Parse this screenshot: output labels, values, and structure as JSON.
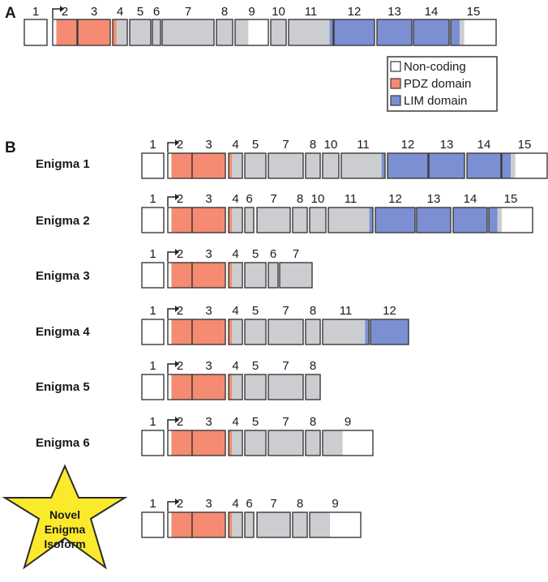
{
  "colors": {
    "noncoding": "#ffffff",
    "pdz": "#f58b72",
    "lim": "#7b8fd2",
    "coding": "#cbcdd0",
    "outline": "#3a3a3a",
    "star": "#fbe92c"
  },
  "panels": {
    "a": "A",
    "b": "B"
  },
  "legend": {
    "items": [
      {
        "label": "Non-coding",
        "color": "#ffffff"
      },
      {
        "label": "PDZ domain",
        "color": "#f58b72"
      },
      {
        "label": "LIM domain",
        "color": "#7b8fd2"
      }
    ]
  },
  "star": {
    "lines": [
      "Novel",
      "Enigma",
      "Isoform"
    ]
  },
  "gene": {
    "exons": [
      {
        "n": "1",
        "segs": [
          [
            "w",
            1
          ]
        ]
      },
      {
        "n": "2",
        "segs": [
          [
            "w",
            0.15
          ],
          [
            "p",
            0.85
          ]
        ]
      },
      {
        "n": "3",
        "segs": [
          [
            "p",
            1
          ]
        ]
      },
      {
        "n": "4",
        "segs": [
          [
            "p",
            0.25
          ],
          [
            "g",
            0.75
          ]
        ]
      },
      {
        "n": "5",
        "segs": [
          [
            "g",
            1
          ]
        ]
      },
      {
        "n": "6",
        "segs": [
          [
            "g",
            1
          ]
        ]
      },
      {
        "n": "7",
        "segs": [
          [
            "g",
            1
          ]
        ]
      },
      {
        "n": "8",
        "segs": [
          [
            "g",
            1
          ]
        ]
      },
      {
        "n": "9",
        "segs": [
          [
            "g",
            0.4
          ],
          [
            "w",
            0.6
          ]
        ]
      },
      {
        "n": "10",
        "segs": [
          [
            "g",
            1
          ]
        ]
      },
      {
        "n": "11",
        "segs": [
          [
            "g",
            0.92
          ],
          [
            "l",
            0.08
          ]
        ]
      },
      {
        "n": "12",
        "segs": [
          [
            "l",
            1
          ]
        ]
      },
      {
        "n": "13",
        "segs": [
          [
            "l",
            1
          ]
        ]
      },
      {
        "n": "14",
        "segs": [
          [
            "l",
            1
          ]
        ]
      },
      {
        "n": "15",
        "segs": [
          [
            "l",
            0.2
          ],
          [
            "g",
            0.1
          ],
          [
            "w",
            0.7
          ]
        ]
      }
    ]
  },
  "isoforms": [
    {
      "name": "Enigma 1",
      "exons": [
        {
          "n": "1",
          "segs": [
            [
              "w",
              1
            ]
          ]
        },
        {
          "n": "2",
          "segs": [
            [
              "w",
              0.15
            ],
            [
              "p",
              0.85
            ]
          ]
        },
        {
          "n": "3",
          "segs": [
            [
              "p",
              1
            ]
          ]
        },
        {
          "n": "4",
          "segs": [
            [
              "p",
              0.25
            ],
            [
              "g",
              0.75
            ]
          ]
        },
        {
          "n": "5",
          "segs": [
            [
              "g",
              1
            ]
          ]
        },
        {
          "n": "7",
          "segs": [
            [
              "g",
              1
            ]
          ]
        },
        {
          "n": "8",
          "segs": [
            [
              "g",
              1
            ]
          ]
        },
        {
          "n": "10",
          "segs": [
            [
              "g",
              1
            ]
          ]
        },
        {
          "n": "11",
          "segs": [
            [
              "g",
              0.92
            ],
            [
              "l",
              0.08
            ]
          ]
        },
        {
          "n": "12",
          "segs": [
            [
              "l",
              1
            ]
          ]
        },
        {
          "n": "13",
          "segs": [
            [
              "l",
              1
            ]
          ]
        },
        {
          "n": "14",
          "segs": [
            [
              "l",
              1
            ]
          ]
        },
        {
          "n": "15",
          "segs": [
            [
              "l",
              0.2
            ],
            [
              "g",
              0.1
            ],
            [
              "w",
              0.7
            ]
          ]
        }
      ]
    },
    {
      "name": "Enigma 2",
      "exons": [
        {
          "n": "1",
          "segs": [
            [
              "w",
              1
            ]
          ]
        },
        {
          "n": "2",
          "segs": [
            [
              "w",
              0.15
            ],
            [
              "p",
              0.85
            ]
          ]
        },
        {
          "n": "3",
          "segs": [
            [
              "p",
              1
            ]
          ]
        },
        {
          "n": "4",
          "segs": [
            [
              "p",
              0.25
            ],
            [
              "g",
              0.75
            ]
          ]
        },
        {
          "n": "6",
          "segs": [
            [
              "g",
              1
            ]
          ]
        },
        {
          "n": "7",
          "segs": [
            [
              "g",
              1
            ]
          ]
        },
        {
          "n": "8",
          "segs": [
            [
              "g",
              1
            ]
          ]
        },
        {
          "n": "10",
          "segs": [
            [
              "g",
              1
            ]
          ]
        },
        {
          "n": "11",
          "segs": [
            [
              "g",
              0.92
            ],
            [
              "l",
              0.08
            ]
          ]
        },
        {
          "n": "12",
          "segs": [
            [
              "l",
              1
            ]
          ]
        },
        {
          "n": "13",
          "segs": [
            [
              "l",
              1
            ]
          ]
        },
        {
          "n": "14",
          "segs": [
            [
              "l",
              1
            ]
          ]
        },
        {
          "n": "15",
          "segs": [
            [
              "l",
              0.2
            ],
            [
              "g",
              0.1
            ],
            [
              "w",
              0.7
            ]
          ]
        }
      ]
    },
    {
      "name": "Enigma 3",
      "exons": [
        {
          "n": "1",
          "segs": [
            [
              "w",
              1
            ]
          ]
        },
        {
          "n": "2",
          "segs": [
            [
              "w",
              0.15
            ],
            [
              "p",
              0.85
            ]
          ]
        },
        {
          "n": "3",
          "segs": [
            [
              "p",
              1
            ]
          ]
        },
        {
          "n": "4",
          "segs": [
            [
              "p",
              0.25
            ],
            [
              "g",
              0.75
            ]
          ]
        },
        {
          "n": "5",
          "segs": [
            [
              "g",
              1
            ]
          ]
        },
        {
          "n": "6",
          "segs": [
            [
              "g",
              1
            ]
          ]
        },
        {
          "n": "7",
          "segs": [
            [
              "g",
              1
            ]
          ]
        }
      ]
    },
    {
      "name": "Enigma 4",
      "exons": [
        {
          "n": "1",
          "segs": [
            [
              "w",
              1
            ]
          ]
        },
        {
          "n": "2",
          "segs": [
            [
              "w",
              0.15
            ],
            [
              "p",
              0.85
            ]
          ]
        },
        {
          "n": "3",
          "segs": [
            [
              "p",
              1
            ]
          ]
        },
        {
          "n": "4",
          "segs": [
            [
              "p",
              0.25
            ],
            [
              "g",
              0.75
            ]
          ]
        },
        {
          "n": "5",
          "segs": [
            [
              "g",
              1
            ]
          ]
        },
        {
          "n": "7",
          "segs": [
            [
              "g",
              1
            ]
          ]
        },
        {
          "n": "8",
          "segs": [
            [
              "g",
              1
            ]
          ]
        },
        {
          "n": "11",
          "segs": [
            [
              "g",
              0.92
            ],
            [
              "l",
              0.08
            ]
          ]
        },
        {
          "n": "12",
          "segs": [
            [
              "l",
              1
            ]
          ]
        }
      ]
    },
    {
      "name": "Enigma 5",
      "exons": [
        {
          "n": "1",
          "segs": [
            [
              "w",
              1
            ]
          ]
        },
        {
          "n": "2",
          "segs": [
            [
              "w",
              0.15
            ],
            [
              "p",
              0.85
            ]
          ]
        },
        {
          "n": "3",
          "segs": [
            [
              "p",
              1
            ]
          ]
        },
        {
          "n": "4",
          "segs": [
            [
              "p",
              0.25
            ],
            [
              "g",
              0.75
            ]
          ]
        },
        {
          "n": "5",
          "segs": [
            [
              "g",
              1
            ]
          ]
        },
        {
          "n": "7",
          "segs": [
            [
              "g",
              1
            ]
          ]
        },
        {
          "n": "8",
          "segs": [
            [
              "g",
              1
            ]
          ]
        }
      ]
    },
    {
      "name": "Enigma 6",
      "exons": [
        {
          "n": "1",
          "segs": [
            [
              "w",
              1
            ]
          ]
        },
        {
          "n": "2",
          "segs": [
            [
              "w",
              0.15
            ],
            [
              "p",
              0.85
            ]
          ]
        },
        {
          "n": "3",
          "segs": [
            [
              "p",
              1
            ]
          ]
        },
        {
          "n": "4",
          "segs": [
            [
              "p",
              0.25
            ],
            [
              "g",
              0.75
            ]
          ]
        },
        {
          "n": "5",
          "segs": [
            [
              "g",
              1
            ]
          ]
        },
        {
          "n": "7",
          "segs": [
            [
              "g",
              1
            ]
          ]
        },
        {
          "n": "8",
          "segs": [
            [
              "g",
              1
            ]
          ]
        },
        {
          "n": "9",
          "segs": [
            [
              "g",
              0.4
            ],
            [
              "w",
              0.6
            ]
          ]
        }
      ]
    },
    {
      "name": "",
      "exons": [
        {
          "n": "1",
          "segs": [
            [
              "w",
              1
            ]
          ]
        },
        {
          "n": "2",
          "segs": [
            [
              "w",
              0.15
            ],
            [
              "p",
              0.85
            ]
          ]
        },
        {
          "n": "3",
          "segs": [
            [
              "p",
              1
            ]
          ]
        },
        {
          "n": "4",
          "segs": [
            [
              "p",
              0.25
            ],
            [
              "g",
              0.75
            ]
          ]
        },
        {
          "n": "6",
          "segs": [
            [
              "g",
              1
            ]
          ]
        },
        {
          "n": "7",
          "segs": [
            [
              "g",
              1
            ]
          ]
        },
        {
          "n": "8",
          "segs": [
            [
              "g",
              1
            ]
          ]
        },
        {
          "n": "9",
          "segs": [
            [
              "g",
              0.4
            ],
            [
              "w",
              0.6
            ]
          ]
        }
      ]
    }
  ]
}
